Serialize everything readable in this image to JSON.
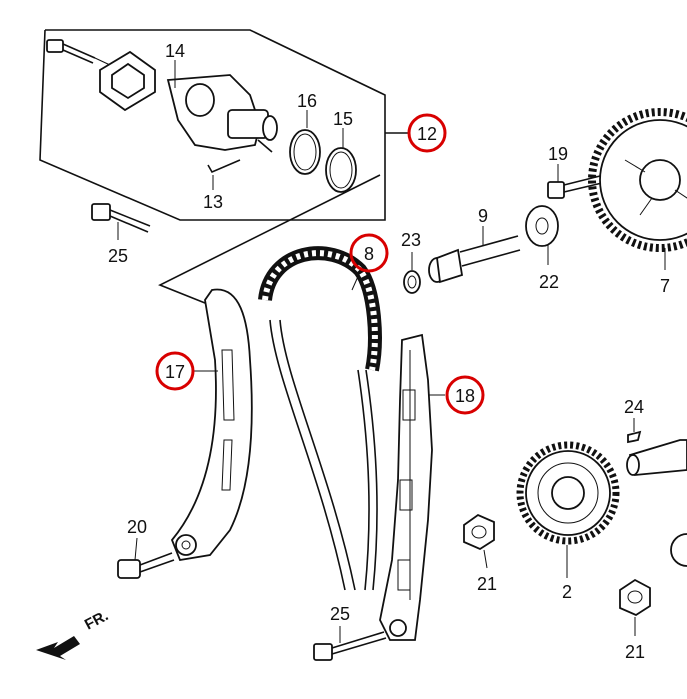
{
  "labels": {
    "p12": "12",
    "p14": "14",
    "p16": "16",
    "p15": "15",
    "p13": "13",
    "p25a": "25",
    "p8": "8",
    "p23": "23",
    "p9": "9",
    "p19": "19",
    "p22": "22",
    "p7": "7",
    "p17": "17",
    "p18": "18",
    "p24": "24",
    "p20": "20",
    "p21a": "21",
    "p2": "2",
    "p25b": "25",
    "p21b": "21"
  },
  "front_arrow": {
    "text": "FR."
  },
  "highlight_color": "#d80000"
}
